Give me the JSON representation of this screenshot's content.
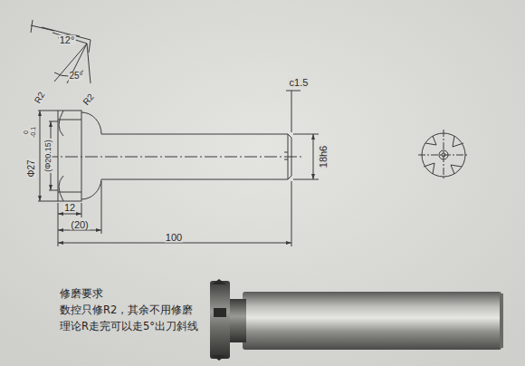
{
  "diagram": {
    "labels": [
      "12°",
      "25°",
      "R2",
      "R2",
      "c1.5",
      "Φ27",
      "0",
      "-0.1",
      "(Φ20.15)",
      "12",
      "(20)",
      "100",
      "18h6",
      "修磨要求",
      "数控只修R2，其余不用修磨",
      "理论R走完可以走5°出刀斜线"
    ]
  }
}
